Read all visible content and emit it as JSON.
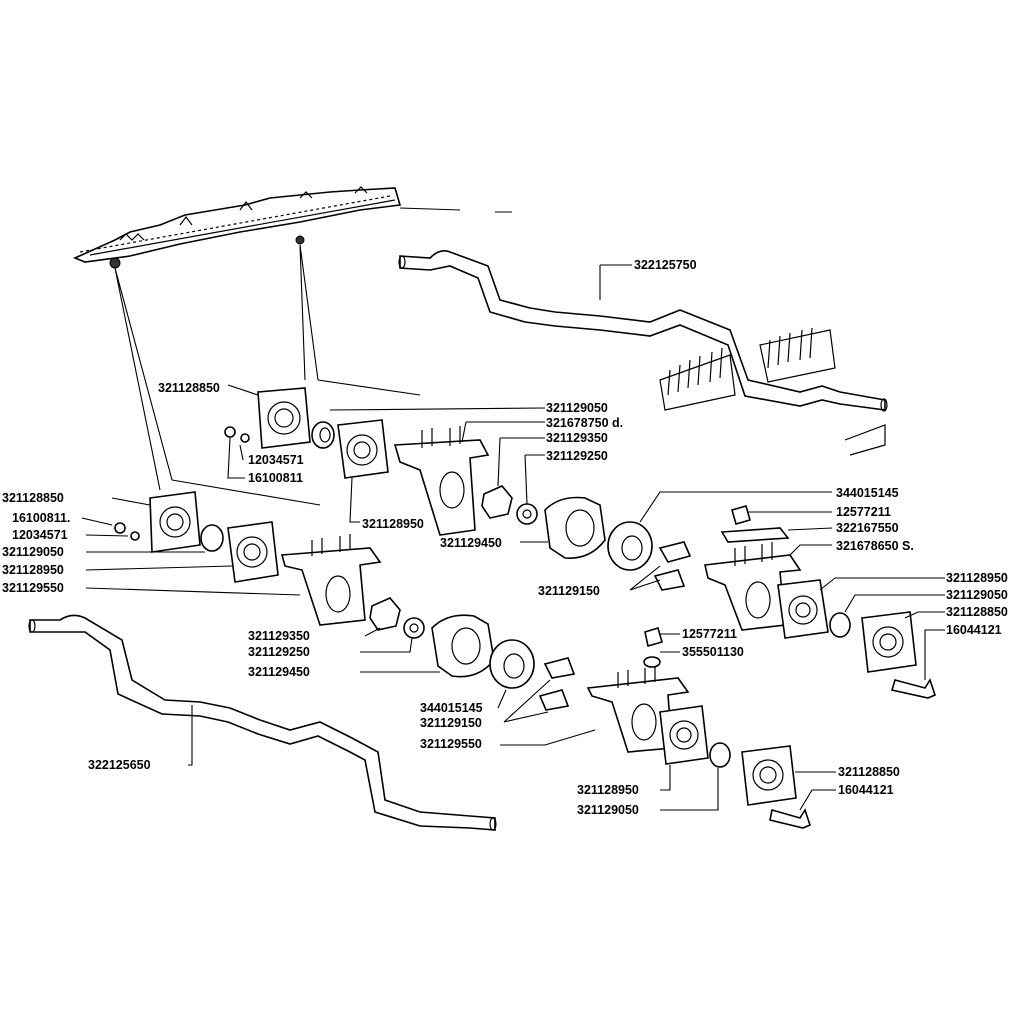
{
  "labels": {
    "top_shaft": "322125750",
    "t1": "321128850",
    "t2": "321129050",
    "t3": "321678750 d.",
    "t4": "321129350",
    "t5": "321129250",
    "t6": "12034571",
    "t7": "16100811",
    "t8": "321128950",
    "t9": "321129450",
    "t10": "344015145",
    "t11": "12577211",
    "t12": "322167550",
    "t13": "321678650 S.",
    "t14": "321129150",
    "r1": "321128950",
    "r2": "321129050",
    "r3": "321128850",
    "r4": "16044121",
    "l1": "321128850",
    "l2": "16100811.",
    "l3": "12034571",
    "l4": "321129050",
    "l5": "321128950",
    "l6": "321129550",
    "m1": "321129350",
    "m2": "321129250",
    "m3": "321129450",
    "m4": "12577211",
    "m5": "355501130",
    "m6": "344015145",
    "m7": "321129150",
    "m8": "321129550",
    "bottom_shaft": "322125650",
    "b1": "321128850",
    "b2": "16044121",
    "b3": "321128950",
    "b4": "321129050"
  }
}
